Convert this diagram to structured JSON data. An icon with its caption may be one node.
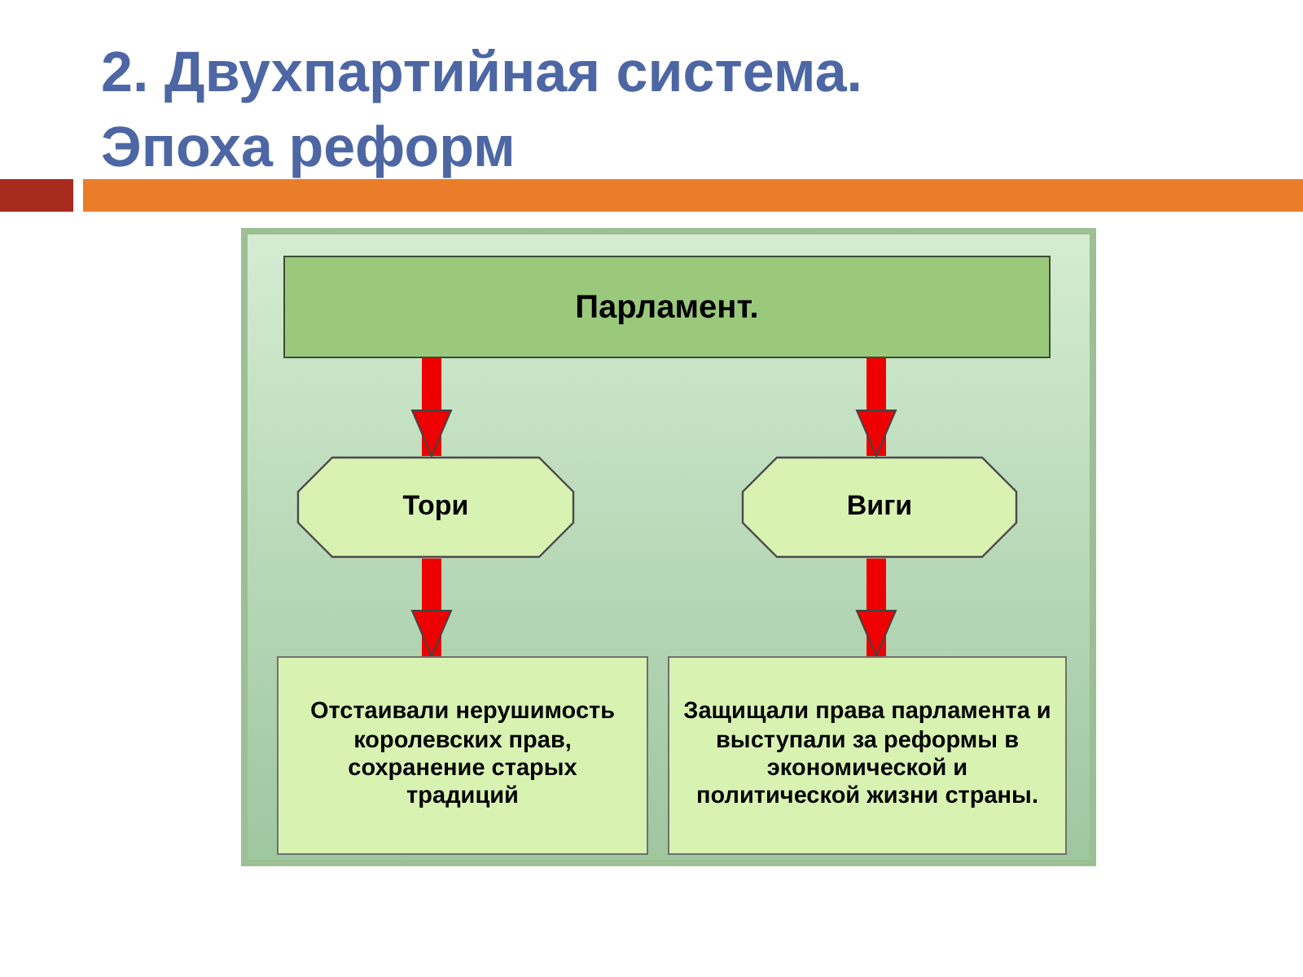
{
  "diagram": {
    "title": "2. Двухпартийная система. Эпоха реформ",
    "nodes": [
      {
        "text": [
          "Парламент."
        ]
      },
      {
        "text": [
          "Тори"
        ]
      },
      {
        "text": [
          "Виги"
        ]
      },
      {
        "text": [
          "Отстаивали нерушимость королевских прав, сохранение старых традиций"
        ]
      },
      {
        "text": [
          "Защищали права парламента и выступали за реформы в экономической и политической жизни страны."
        ]
      }
    ],
    "edges": [
      {
        "from": 0,
        "to": 1,
        "arrow": "to"
      },
      {
        "from": 0,
        "to": 2,
        "arrow": "to"
      },
      {
        "from": 1,
        "to": 3,
        "arrow": "to"
      },
      {
        "from": 2,
        "to": 4,
        "arrow": "to"
      }
    ]
  }
}
